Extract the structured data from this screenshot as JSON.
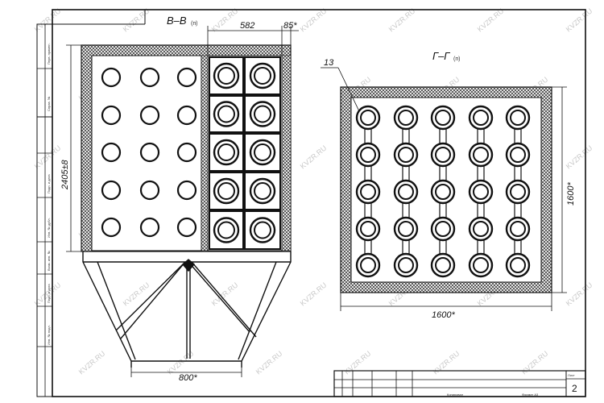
{
  "drawing": {
    "section_vv": "В–В",
    "section_vv_suffix": "(п)",
    "section_gg": "Г–Г",
    "section_gg_suffix": "(п)",
    "dim_582": "582",
    "dim_85": "85*",
    "dim_2405": "2405±8",
    "dim_800": "800*",
    "dim_1600_bottom": "1600*",
    "dim_1600_side": "1600*",
    "leader_13": "13",
    "sheet_number": "2",
    "sheet_label": "Лист",
    "format_label": "Формат А3",
    "copied_label": "Копировал",
    "watermark": "KVZR.RU",
    "frame_labels": [
      "Перв. примен.",
      "Справ. №",
      "Подп. и дата",
      "Инв. № дубл.",
      "Взам. инв. №",
      "Подп. и дата",
      "Инв. № подл."
    ]
  }
}
